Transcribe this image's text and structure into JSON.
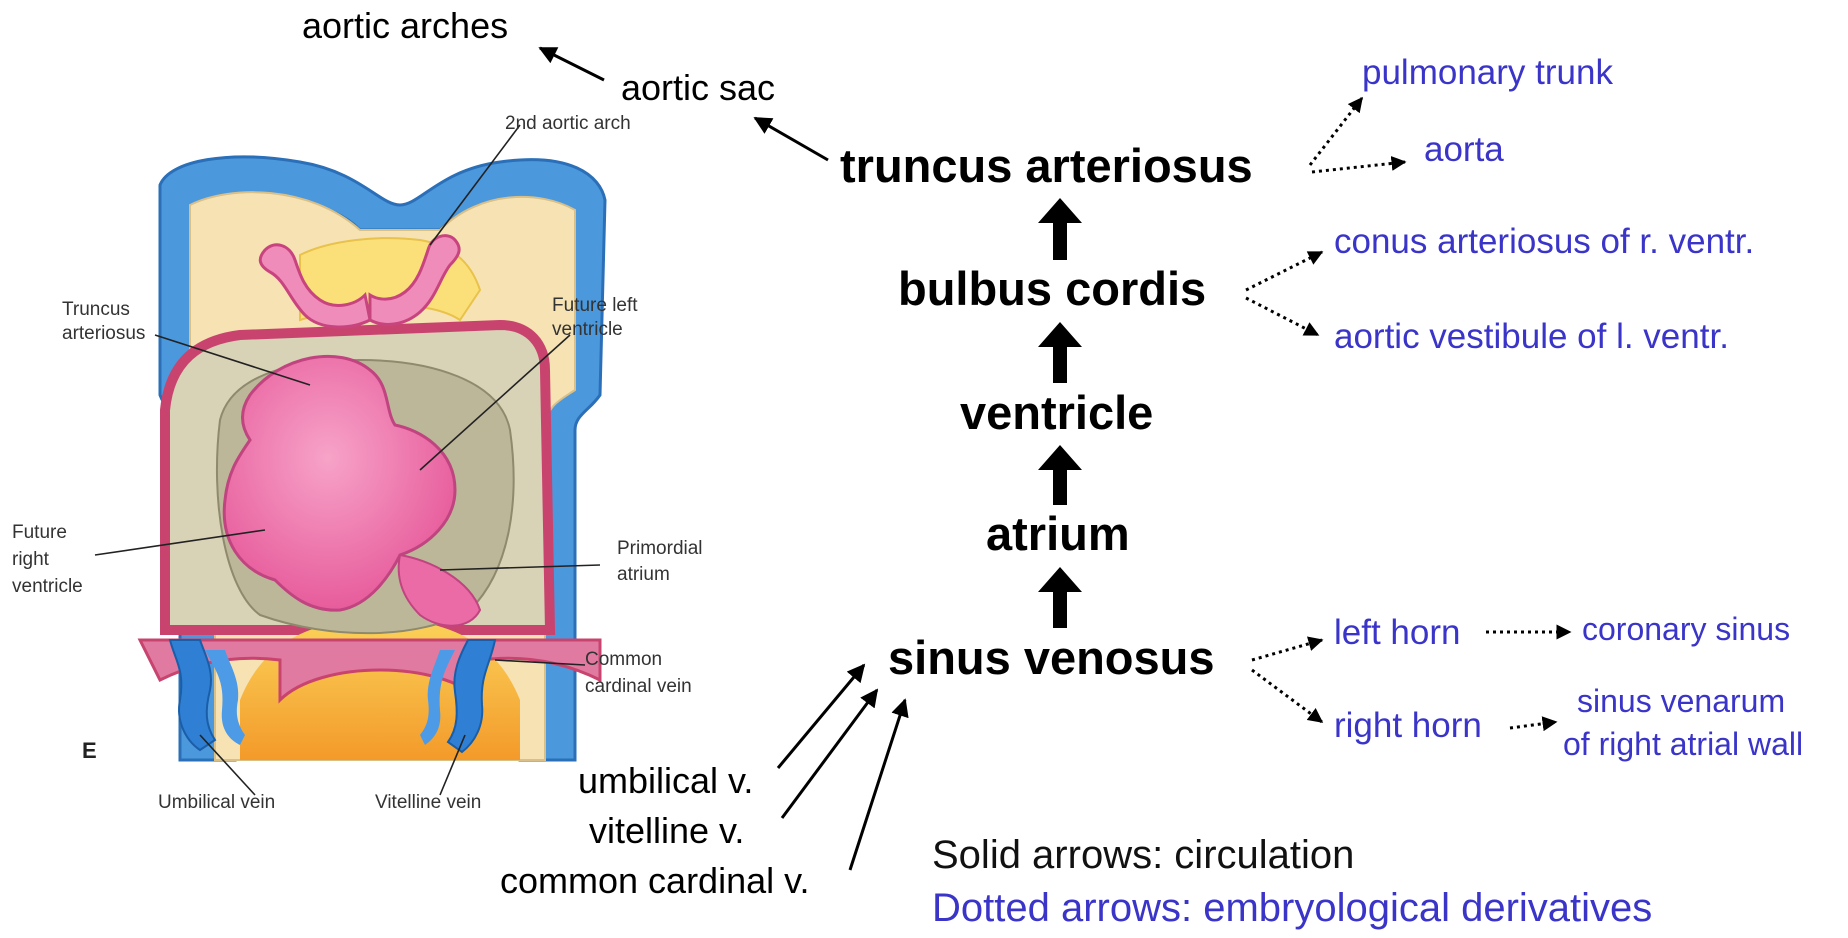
{
  "colors": {
    "derivative_text": "#3a35c8",
    "outer_membrane": "#3f8fd8",
    "wall_cream": "#f6e2b3",
    "heart_pink": "#ef6aa7",
    "pericardial_border": "#c8446f",
    "atrium_gray": "#b9b59a",
    "vein_blue": "#2f7fd4",
    "yolk_orange": "#f6a732"
  },
  "heart_stages": {
    "truncus": "truncus arteriosus",
    "bulbus": "bulbus cordis",
    "ventricle": "ventricle",
    "atrium": "atrium",
    "sinus": "sinus venosus"
  },
  "upstream": {
    "aortic_sac": "aortic sac",
    "aortic_arches": "aortic arches"
  },
  "inflow_veins": {
    "umbilical": "umbilical v.",
    "vitelline": "vitelline v.",
    "cardinal": "common cardinal v."
  },
  "derivatives": {
    "pulmonary_trunk": "pulmonary trunk",
    "aorta": "aorta",
    "conus": "conus arteriosus of r. ventr.",
    "aortic_vestibule": "aortic vestibule of l. ventr.",
    "left_horn": "left horn",
    "coronary_sinus": "coronary sinus",
    "right_horn": "right horn",
    "sinus_venarum_line1": "sinus venarum",
    "sinus_venarum_line2": "of right atrial wall"
  },
  "legend": {
    "solid": "Solid arrows: circulation",
    "dotted": "Dotted arrows: embryological derivatives"
  },
  "illustration": {
    "label_2nd_aortic_arch": "2nd aortic arch",
    "label_truncus_1": "Truncus",
    "label_truncus_2": "arteriosus",
    "label_future_left_1": "Future left",
    "label_future_left_2": "ventricle",
    "label_future_right_1": "Future",
    "label_future_right_2": "right",
    "label_future_right_3": "ventricle",
    "label_primordial_1": "Primordial",
    "label_primordial_2": "atrium",
    "label_cardinal_1": "Common",
    "label_cardinal_2": "cardinal vein",
    "label_umbilical": "Umbilical vein",
    "label_vitelline": "Vitelline vein",
    "panel_letter": "E"
  }
}
